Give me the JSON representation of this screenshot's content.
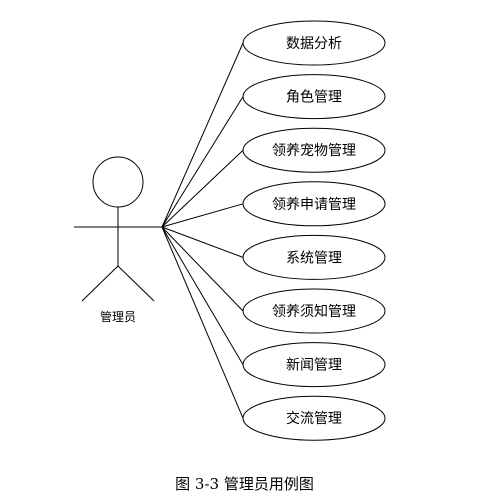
{
  "actor": {
    "label": "管理员"
  },
  "use_cases": [
    "数据分析",
    "角色管理",
    "领养宠物管理",
    "领养申请管理",
    "系统管理",
    "领养须知管理",
    "新闻管理",
    "交流管理"
  ],
  "caption": "图 3-3 管理员用例图"
}
